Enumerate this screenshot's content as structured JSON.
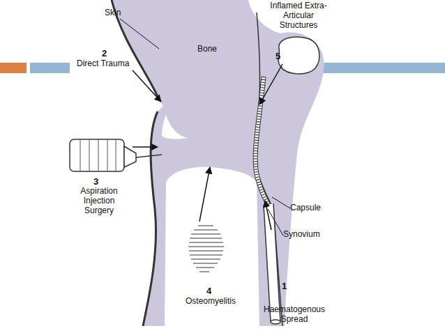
{
  "diagram": {
    "labels": [
      "Skin",
      "2",
      "Direct Trauma",
      "Bone",
      "Inflamed Extra-Articular Structures",
      "5",
      "3",
      "Aspiration Injection Surgery",
      "Capsule",
      "Synovium",
      "4",
      "Osteomyelitis",
      "1",
      "Haematogenous Spread"
    ]
  }
}
